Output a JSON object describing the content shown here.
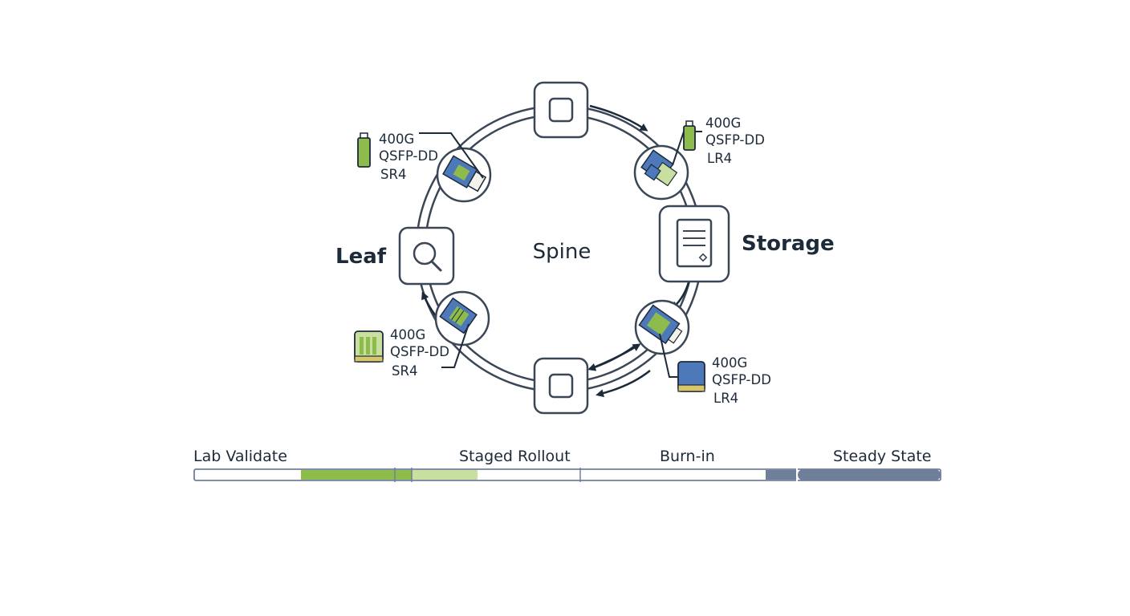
{
  "diagram": {
    "center_label": "Spine",
    "nodes": {
      "leaf": "Leaf",
      "storage": "Storage"
    },
    "transceivers": {
      "top_left": {
        "speed": "400G",
        "form_factor": "QSFP-DD",
        "reach": "SR4"
      },
      "top_right": {
        "speed": "400G",
        "form_factor": "QSFP-DD",
        "reach": "LR4"
      },
      "bottom_left": {
        "speed": "400G",
        "form_factor": "QSFP-DD",
        "reach": "SR4"
      },
      "bottom_right": {
        "speed": "400G",
        "form_factor": "QSFP-DD",
        "reach": "LR4"
      }
    }
  },
  "timeline": {
    "stages": [
      "Lab Validate",
      "Staged Rollout",
      "Burn-in",
      "Steady State"
    ]
  },
  "colors": {
    "ink": "#1d2a3a",
    "line": "#3b4756",
    "green": "#8dbb4c",
    "light_green": "#c9df9f",
    "blue": "#4d78b9",
    "slate": "#6f7f99"
  }
}
